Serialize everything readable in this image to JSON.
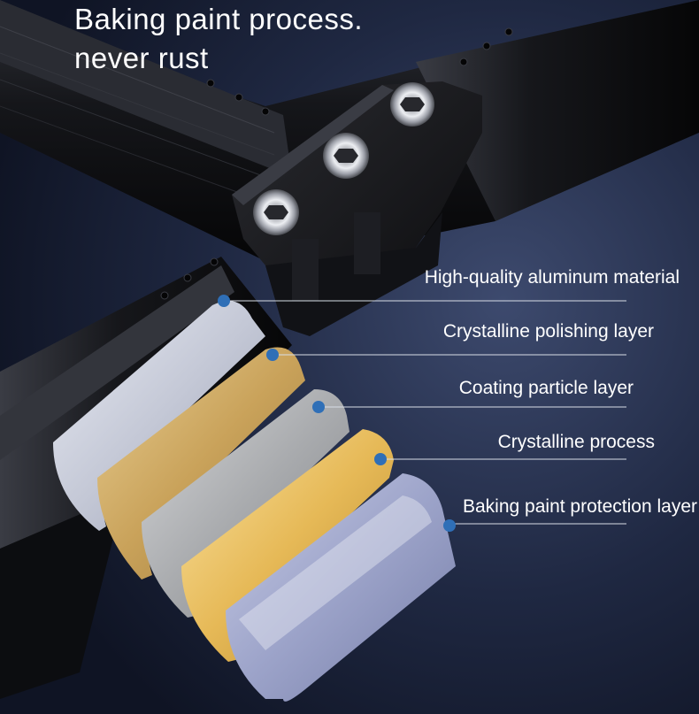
{
  "headline": {
    "line1": "Baking paint process.",
    "line2": "never rust"
  },
  "layers": [
    {
      "label": "High-quality aluminum material"
    },
    {
      "label": "Crystalline polishing layer"
    },
    {
      "label": "Coating particle layer"
    },
    {
      "label": "Crystalline process"
    },
    {
      "label": "Baking paint protection layer"
    }
  ],
  "colors": {
    "marker": "#2f6fb7",
    "leader_line": "#d8dde6",
    "text": "#ffffff"
  }
}
